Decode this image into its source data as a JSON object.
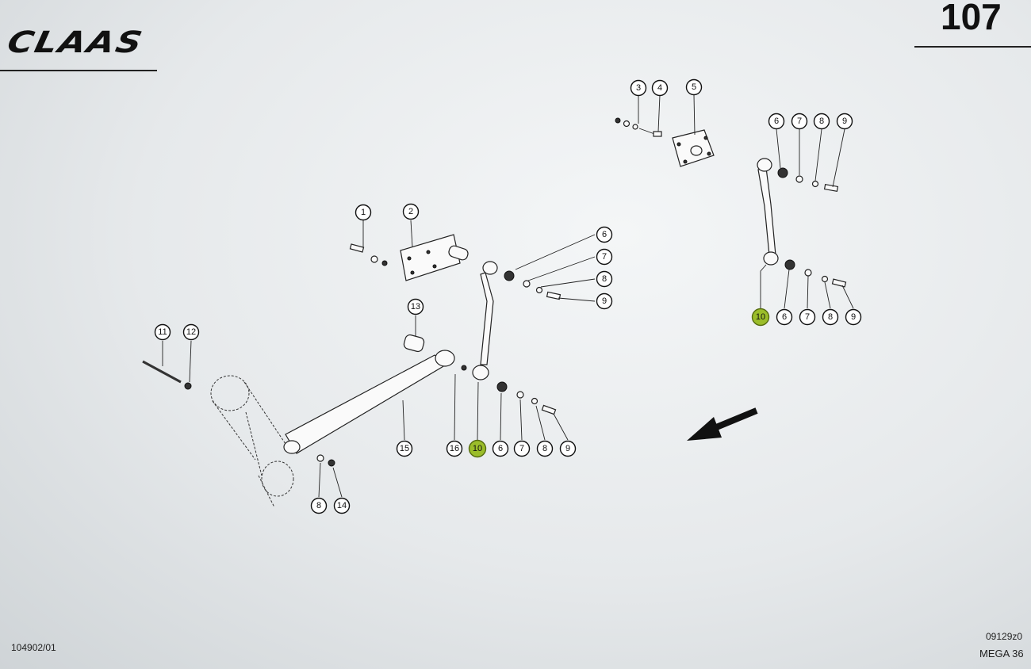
{
  "header": {
    "brand": "CLAAS",
    "page_number": "107"
  },
  "footer": {
    "drawing_no": "104902/01",
    "ref_code": "09129z0",
    "model": "MEGA 36"
  },
  "colors": {
    "highlight": "#9bbd2a",
    "line": "#222222"
  },
  "callouts": {
    "c1": "1",
    "c2": "2",
    "c3": "3",
    "c4": "4",
    "c5": "5",
    "c6": "6",
    "c7": "7",
    "c8": "8",
    "c9": "9",
    "c10": "10",
    "c11": "11",
    "c12": "12",
    "c13": "13",
    "c14": "14",
    "c15": "15",
    "c16": "16"
  },
  "highlighted_part": "10"
}
